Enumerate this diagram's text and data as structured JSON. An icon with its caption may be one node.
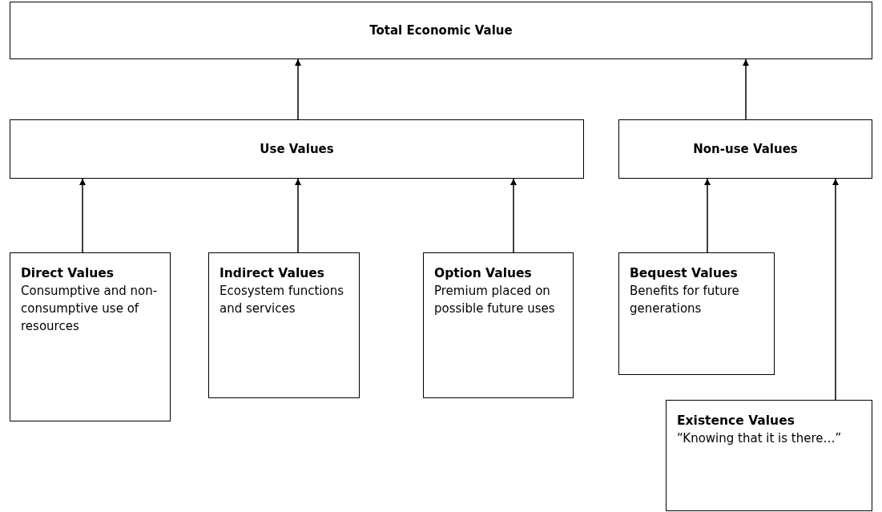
{
  "diagram": {
    "nodes": [
      {
        "text": [
          "Total Economic Value"
        ]
      },
      {
        "text": [
          "Use Values"
        ]
      },
      {
        "text": [
          "Non-use Values"
        ]
      },
      {
        "text": [
          "Direct Values",
          "Consumptive and non-consumptive use of resources"
        ]
      },
      {
        "text": [
          "Indirect Values",
          "Ecosystem functions and services"
        ]
      },
      {
        "text": [
          "Option Values",
          "Premium placed on possible future uses"
        ]
      },
      {
        "text": [
          "Bequest Values",
          "Benefits for future generations"
        ]
      },
      {
        "text": [
          "Existence Values",
          "“Knowing that it is there…”"
        ]
      }
    ],
    "edges": [
      {
        "from": 1,
        "to": 0,
        "arrow": "to"
      },
      {
        "from": 2,
        "to": 0,
        "arrow": "to"
      },
      {
        "from": 3,
        "to": 1,
        "arrow": "to"
      },
      {
        "from": 4,
        "to": 1,
        "arrow": "to"
      },
      {
        "from": 5,
        "to": 1,
        "arrow": "to"
      },
      {
        "from": 6,
        "to": 2,
        "arrow": "to"
      },
      {
        "from": 7,
        "to": 2,
        "arrow": "to"
      }
    ]
  }
}
